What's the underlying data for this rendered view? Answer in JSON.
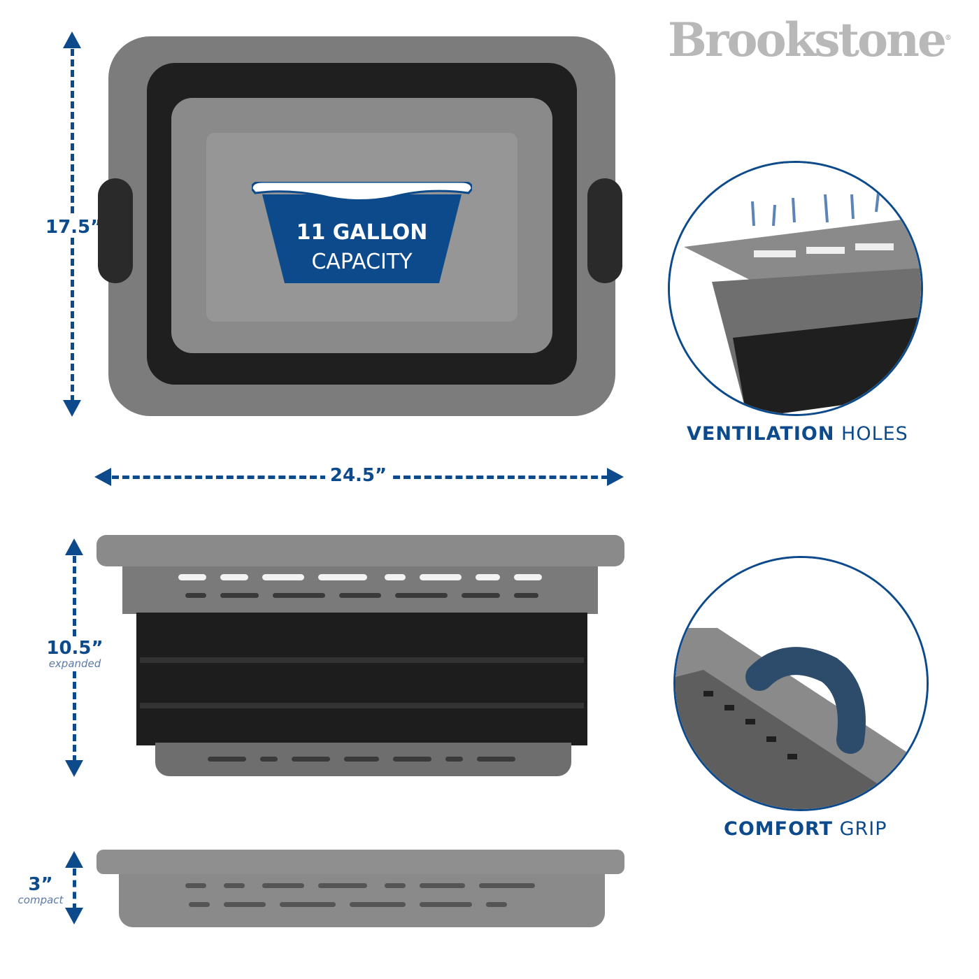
{
  "brand": {
    "name": "Brookstone",
    "mark": "®"
  },
  "capacity": {
    "line1": "11 GALLON",
    "line2": "CAPACITY"
  },
  "dimensions": {
    "depth": "17.5”",
    "width": "24.5”",
    "height_expanded": "10.5”",
    "height_expanded_note": "expanded",
    "height_compact": "3”",
    "height_compact_note": "compact"
  },
  "features": [
    {
      "bold": "VENTILATION",
      "rest": "HOLES"
    },
    {
      "bold": "COMFORT",
      "rest": "GRIP"
    }
  ],
  "colors": {
    "accent": "#0d4a8b",
    "basket_gray": "#7c7c7c",
    "basket_black": "#1d1d1d"
  }
}
